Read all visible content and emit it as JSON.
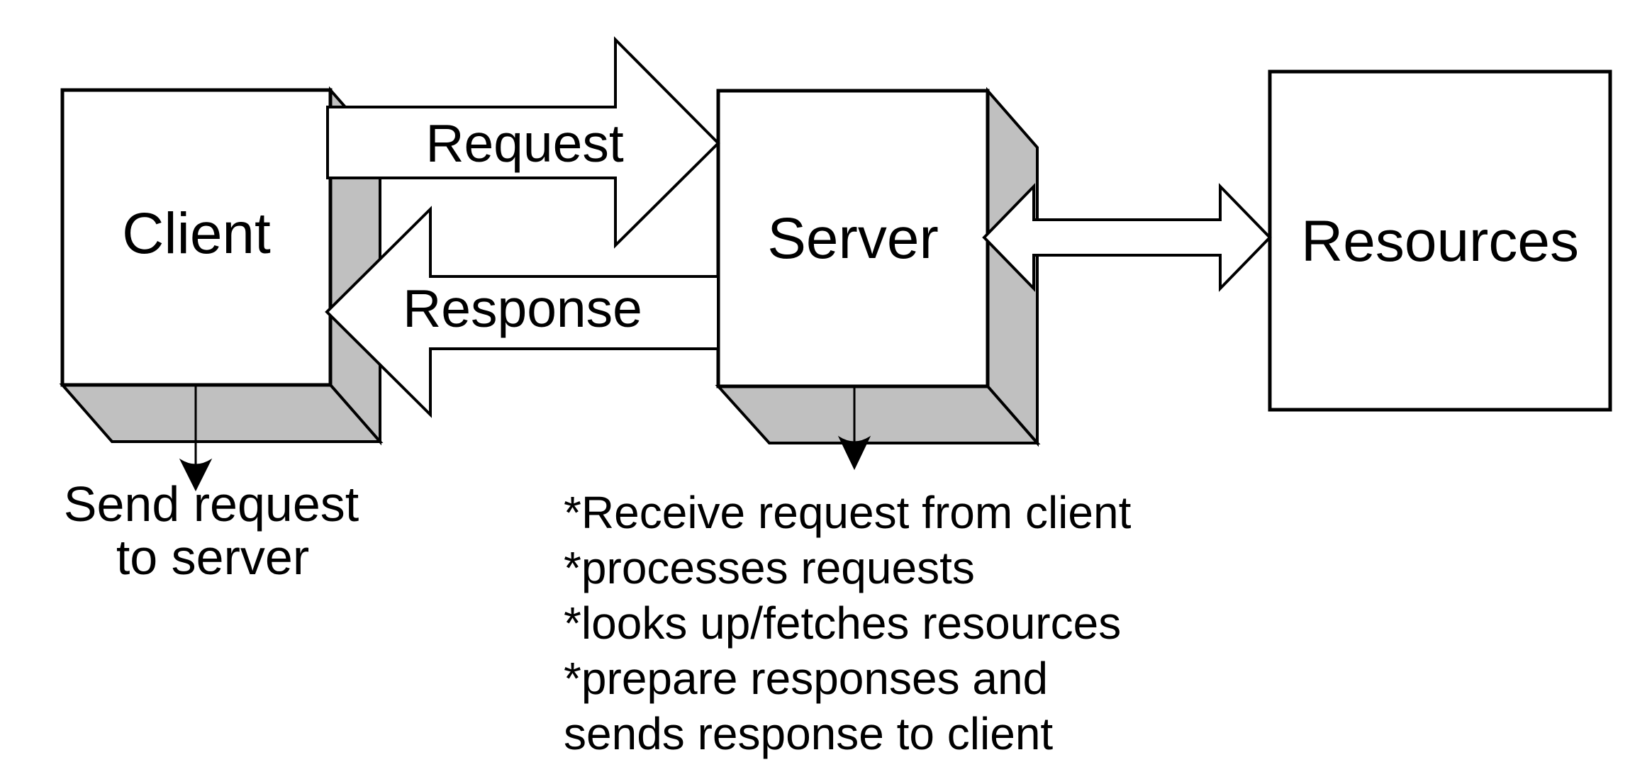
{
  "nodes": {
    "client": "Client",
    "server": "Server",
    "resources": "Resources"
  },
  "arrows": {
    "request": "Request",
    "response": "Response"
  },
  "notes": {
    "client_line1": "Send request",
    "client_line2": "to server",
    "server_lines": [
      "*Receive request from client",
      "*processes requests",
      "*looks up/fetches resources",
      "*prepare responses and",
      "sends response to client"
    ]
  },
  "colors": {
    "background": "#ffffff",
    "outline": "#000000",
    "shadow": "#c0c0c0",
    "face": "#ffffff"
  }
}
